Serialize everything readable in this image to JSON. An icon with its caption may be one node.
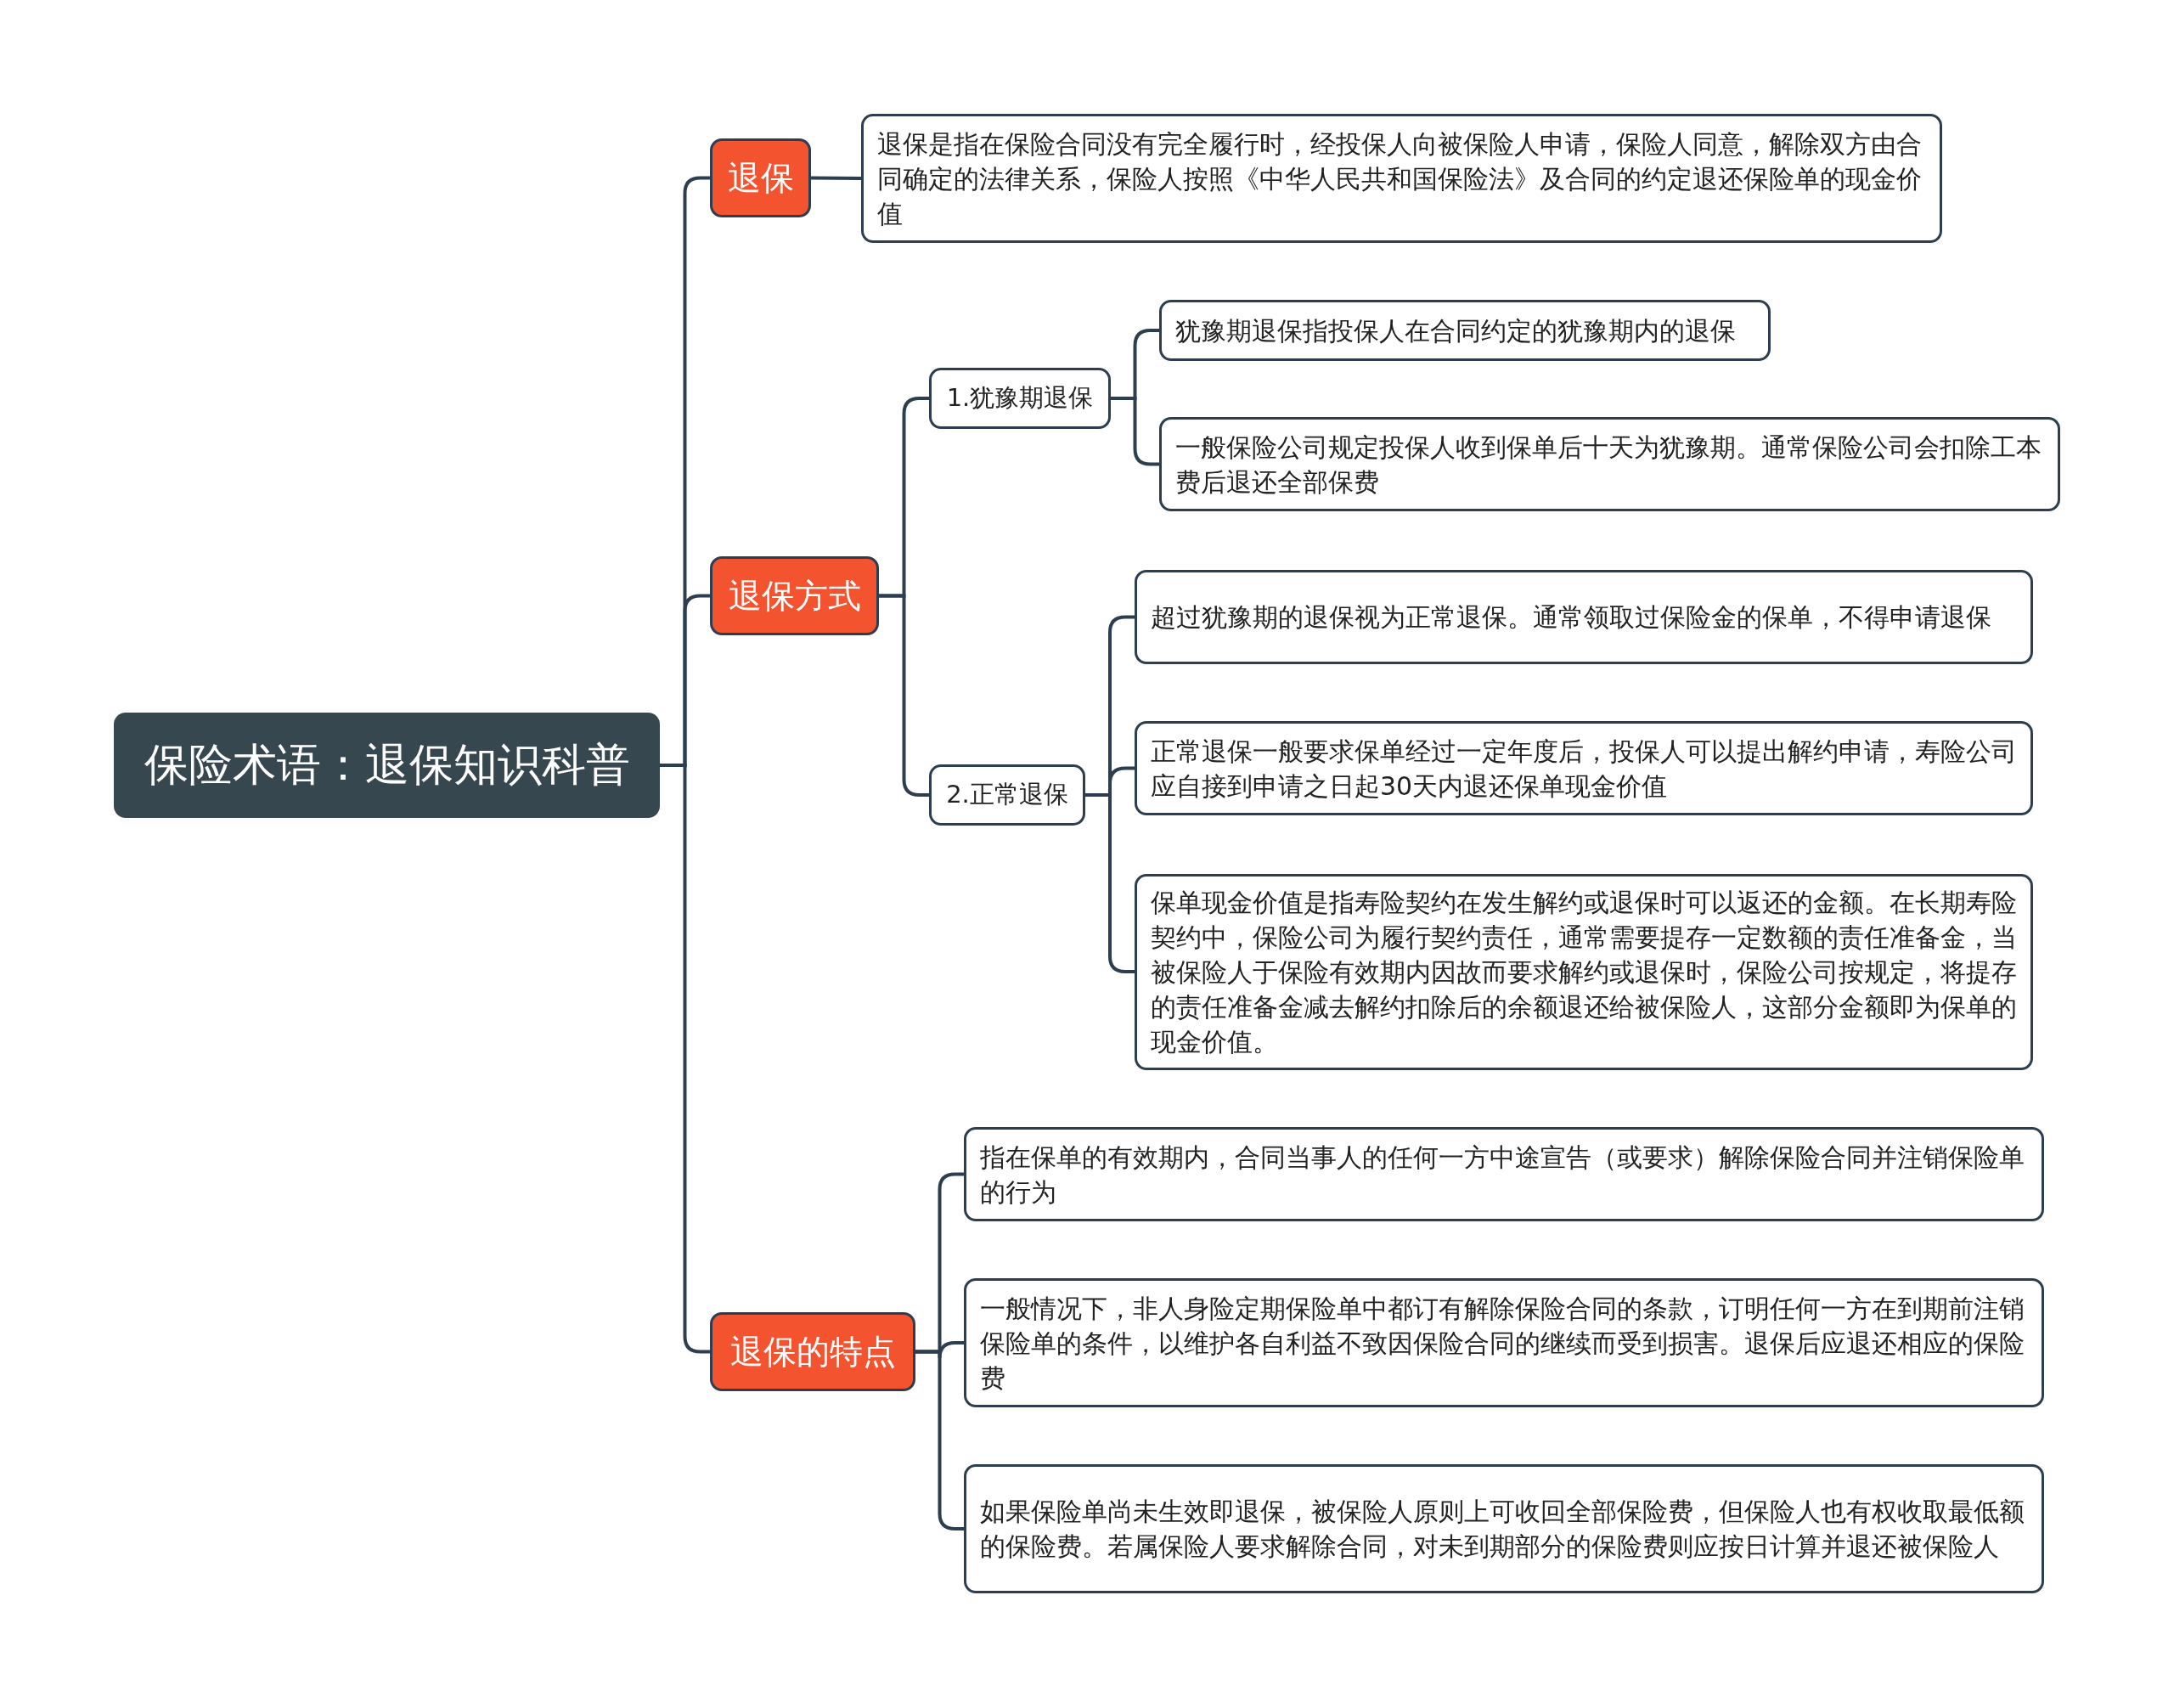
{
  "diagram": {
    "nodes": [
      {
        "text": [
          "保险术语：退保知识科普"
        ]
      },
      {
        "text": [
          "退保"
        ]
      },
      {
        "text": [
          "退保是指在保险合同没有完全履行时，经投保人向被保险人申请，保险人同意，解除双方由合同确定的法律关系，保险人按照《中华人民共和国保险法》及合同的约定退还保险单的现金价值"
        ]
      },
      {
        "text": [
          "退保方式"
        ]
      },
      {
        "text": [
          "1.犹豫期退保"
        ]
      },
      {
        "text": [
          "犹豫期退保指投保人在合同约定的犹豫期内的退保"
        ]
      },
      {
        "text": [
          "一般保险公司规定投保人收到保单后十天为犹豫期。通常保险公司会扣除工本费后退还全部保费"
        ]
      },
      {
        "text": [
          "2.正常退保"
        ]
      },
      {
        "text": [
          "超过犹豫期的退保视为正常退保。通常领取过保险金的保单，不得申请退保"
        ]
      },
      {
        "text": [
          "正常退保一般要求保单经过一定年度后，投保人可以提出解约申请，寿险公司应自接到申请之日起30天内退还保单现金价值"
        ]
      },
      {
        "text": [
          "保单现金价值是指寿险契约在发生解约或退保时可以返还的金额。在长期寿险契约中，保险公司为履行契约责任，通常需要提存一定数额的责任准备金，当被保险人于保险有效期内因故而要求解约或退保时，保险公司按规定，将提存的责任准备金减去解约扣除后的余额退还给被保险人，这部分金额即为保单的现金价值。"
        ]
      },
      {
        "text": [
          "退保的特点"
        ]
      },
      {
        "text": [
          "指在保单的有效期内，合同当事人的任何一方中途宣告（或要求）解除保险合同并注销保险单的行为"
        ]
      },
      {
        "text": [
          "一般情况下，非人身险定期保险单中都订有解除保险合同的条款，订明任何一方在到期前注销保险单的条件，以维护各自利益不致因保险合同的继续而受到损害。退保后应退还相应的保险费"
        ]
      },
      {
        "text": [
          "如果保险单尚未生效即退保，被保险人原则上可收回全部保险费，但保险人也有权收取最低额的保险费。若属保险人要求解除合同，对未到期部分的保险费则应按日计算并退还被保险人"
        ]
      }
    ],
    "edges": [
      {
        "from": 0,
        "to": 1,
        "arrow": "none"
      },
      {
        "from": 0,
        "to": 3,
        "arrow": "none"
      },
      {
        "from": 0,
        "to": 11,
        "arrow": "none"
      },
      {
        "from": 1,
        "to": 2,
        "arrow": "none"
      },
      {
        "from": 3,
        "to": 4,
        "arrow": "none"
      },
      {
        "from": 3,
        "to": 7,
        "arrow": "none"
      },
      {
        "from": 4,
        "to": 5,
        "arrow": "none"
      },
      {
        "from": 4,
        "to": 6,
        "arrow": "none"
      },
      {
        "from": 7,
        "to": 8,
        "arrow": "none"
      },
      {
        "from": 7,
        "to": 9,
        "arrow": "none"
      },
      {
        "from": 7,
        "to": 10,
        "arrow": "none"
      },
      {
        "from": 11,
        "to": 12,
        "arrow": "none"
      },
      {
        "from": 11,
        "to": 13,
        "arrow": "none"
      },
      {
        "from": 11,
        "to": 14,
        "arrow": "none"
      }
    ]
  }
}
